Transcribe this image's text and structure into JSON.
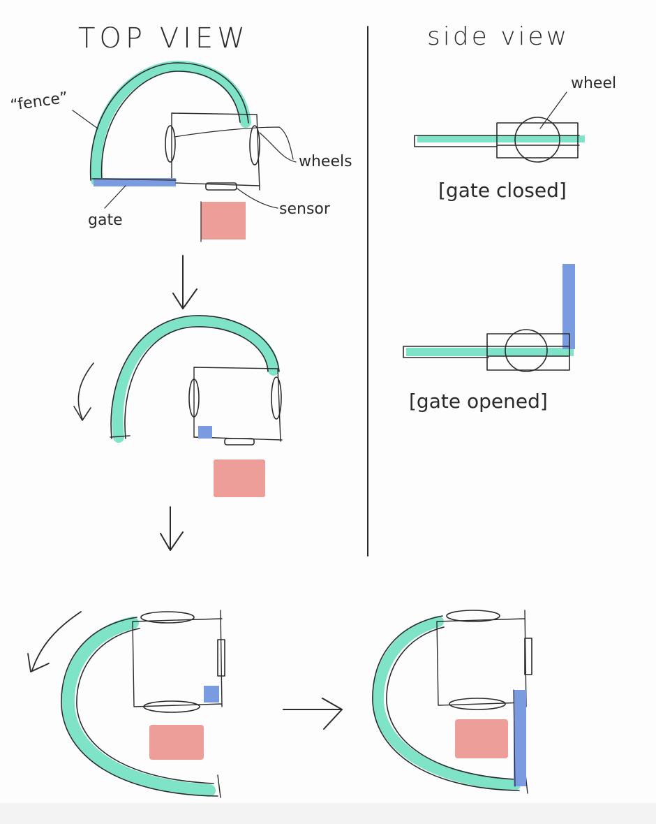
{
  "labels": {
    "top_view": "TOP VIEW",
    "side_view": "side view",
    "fence": "“fence”",
    "wheels": "wheels",
    "gate": "gate",
    "sensor": "sensor",
    "wheel": "wheel",
    "gate_closed": "[gate closed]",
    "gate_opened": "[gate opened]"
  },
  "colors": {
    "fence": "#7fe3c8",
    "gate": "#7a9be0",
    "sensor": "#ee9e98",
    "ink": "#2a2a2a"
  }
}
